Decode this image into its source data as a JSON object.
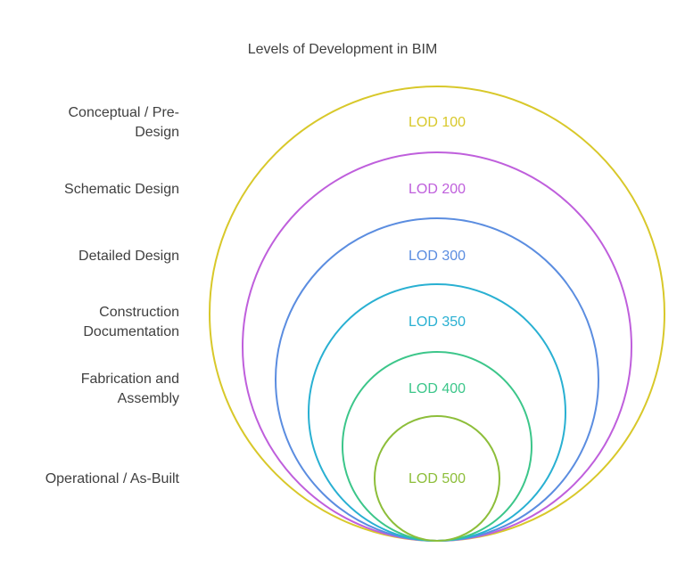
{
  "title": "Levels of Development in BIM",
  "levels": [
    {
      "lod": "LOD 100",
      "label_lines": [
        "Conceptual / Pre-",
        "Design"
      ],
      "color": "#D8C82A"
    },
    {
      "lod": "LOD 200",
      "label_lines": [
        "Schematic Design"
      ],
      "color": "#BF5FDC"
    },
    {
      "lod": "LOD 300",
      "label_lines": [
        "Detailed Design"
      ],
      "color": "#5B8DE0"
    },
    {
      "lod": "LOD 350",
      "label_lines": [
        "Construction",
        "Documentation"
      ],
      "color": "#29B0D2"
    },
    {
      "lod": "LOD 400",
      "label_lines": [
        "Fabrication and",
        "Assembly"
      ],
      "color": "#3CC68A"
    },
    {
      "lod": "LOD 500",
      "label_lines": [
        "Operational / As-Built"
      ],
      "color": "#8DBE3A"
    }
  ]
}
